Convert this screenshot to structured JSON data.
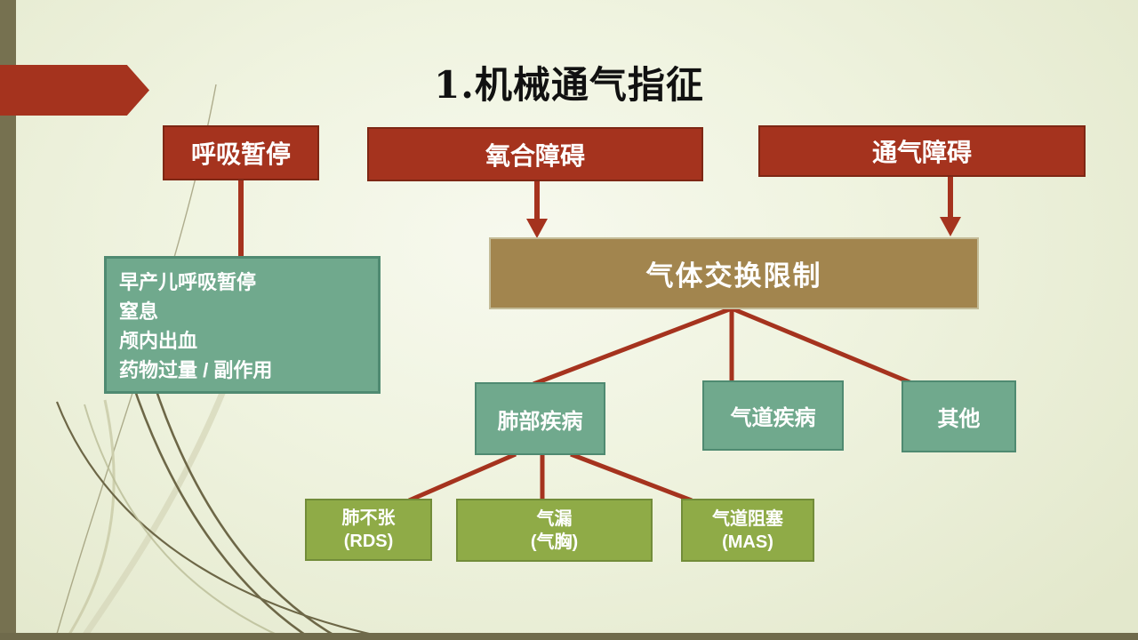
{
  "slide": {
    "title": "1.机械通气指征",
    "colors": {
      "red": "#A5331E",
      "red_border": "#7E2714",
      "teal": "#70A98D",
      "teal_border": "#4F8A71",
      "brown": "#A2854E",
      "brown_border": "#C3BB97",
      "green": "#8FAB47",
      "green_border": "#728C39",
      "connector": "#A5331E",
      "side_bar": "#767150",
      "background": "#EFF3DF",
      "title_color": "#111111"
    }
  },
  "nodes": {
    "apnea": {
      "label": "呼吸暂停"
    },
    "oxygenation": {
      "label": "氧合障碍"
    },
    "ventilation": {
      "label": "通气障碍"
    },
    "apnea_causes": {
      "lines": [
        "早产儿呼吸暂停",
        "窒息",
        "颅内出血",
        "药物过量 / 副作用"
      ]
    },
    "gas_exchange": {
      "label": "气体交换限制"
    },
    "lung_disease": {
      "label": "肺部疾病"
    },
    "airway_disease": {
      "label": "气道疾病"
    },
    "other": {
      "label": "其他"
    },
    "atelectasis": {
      "line1": "肺不张",
      "line2": "(RDS)"
    },
    "air_leak": {
      "line1": "气漏",
      "line2": "(气胸)"
    },
    "airway_obstruction": {
      "line1": "气道阻塞",
      "line2": "(MAS)"
    }
  }
}
